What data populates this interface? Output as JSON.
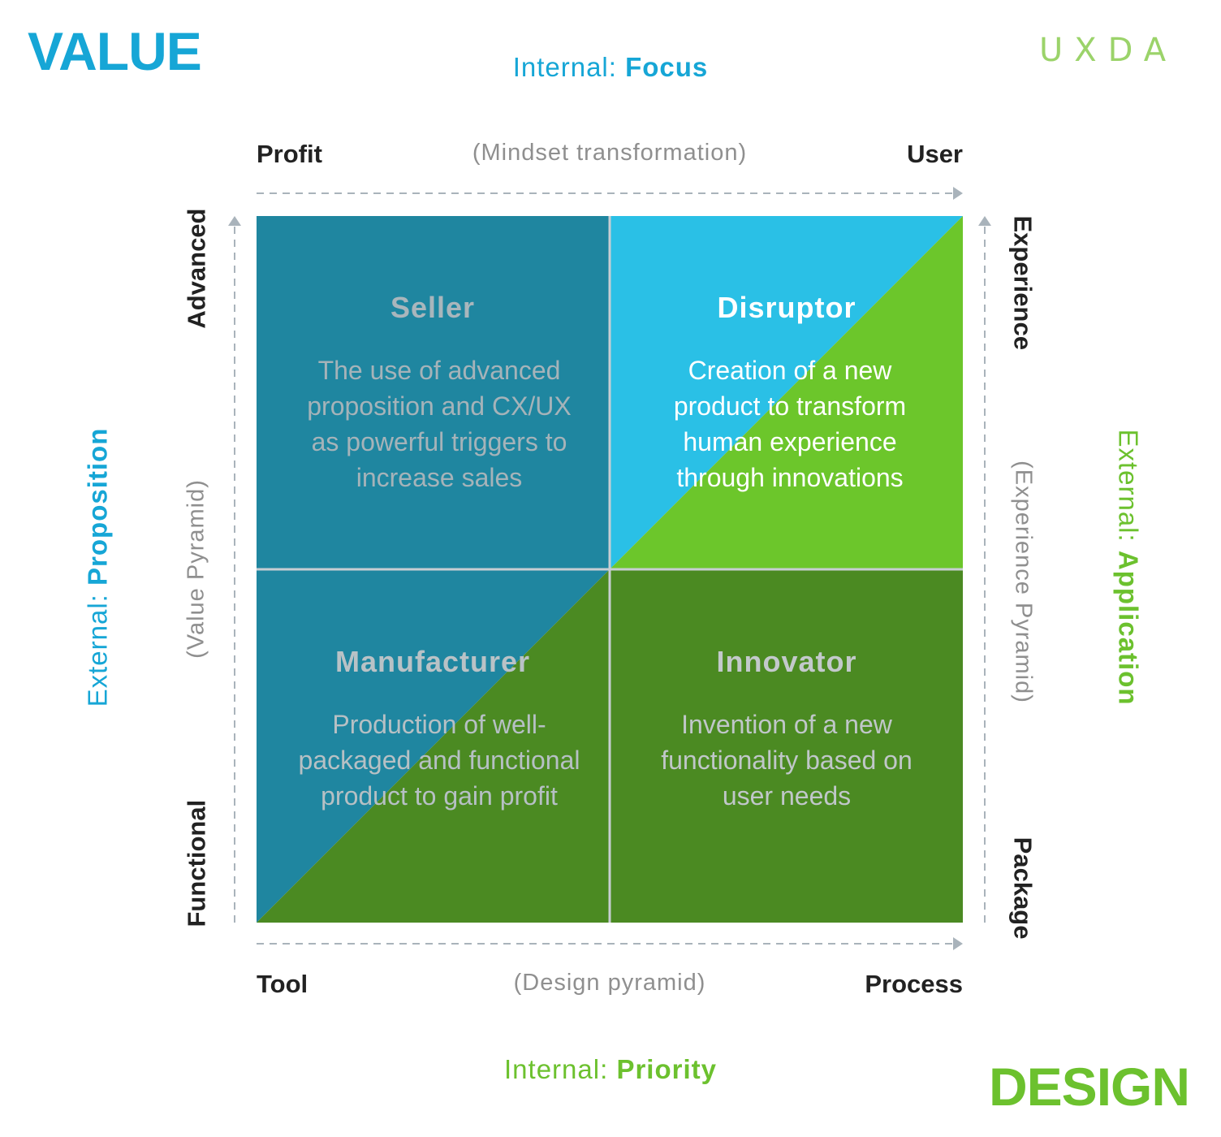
{
  "corners": {
    "top_left": "VALUE",
    "top_right_logo": "UXDA",
    "bottom_right": "DESIGN"
  },
  "dimensions": {
    "top": {
      "prefix": "Internal: ",
      "bold": "Focus"
    },
    "bottom": {
      "prefix": "Internal: ",
      "bold": "Priority"
    },
    "left": {
      "prefix": "External: ",
      "bold": "Proposition"
    },
    "right": {
      "prefix": "External: ",
      "bold": "Application"
    }
  },
  "axes": {
    "top": {
      "start": "Profit",
      "middle": "(Mindset transformation)",
      "end": "User"
    },
    "bottom": {
      "start": "Tool",
      "middle": "(Design pyramid)",
      "end": "Process"
    },
    "left": {
      "start": "Functional",
      "middle": "(Value Pyramid)",
      "end": "Advanced"
    },
    "right": {
      "start": "Package",
      "middle": "(Experience Pyramid)",
      "end": "Experience"
    }
  },
  "quadrants": {
    "top_left": {
      "title": "Seller",
      "lines": [
        "The use of advanced",
        "proposition and CX/UX",
        "as powerful triggers to",
        "increase sales"
      ]
    },
    "top_right": {
      "title": "Disruptor",
      "lines": [
        "Creation of a new",
        "product to transform",
        "human experience",
        "through innovations"
      ]
    },
    "bottom_left": {
      "title": "Manufacturer",
      "lines": [
        "Production of well-",
        "packaged and functional",
        "product to gain profit"
      ]
    },
    "bottom_right": {
      "title": "Innovator",
      "lines": [
        "Invention of a new",
        "functionality based on",
        "user needs"
      ]
    }
  },
  "colors": {
    "blue_accent": "#16a6d6",
    "green_accent": "#6cc12e",
    "dark_teal": "#1f86a0",
    "light_blue": "#2ac0e6",
    "bright_green": "#6cc62b",
    "dark_green": "#4b8a22",
    "logo_green": "#9bd36a"
  }
}
